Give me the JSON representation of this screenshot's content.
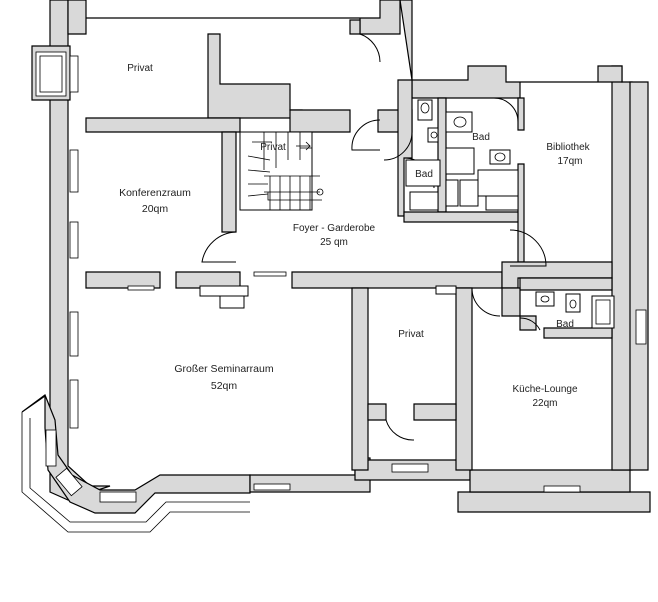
{
  "rooms": {
    "privat_top": {
      "name": "Privat"
    },
    "privat_stair": {
      "name": "Privat"
    },
    "konferenz": {
      "name": "Konferenzraum",
      "area": "20qm"
    },
    "foyer": {
      "name": "Foyer - Garderobe",
      "area": "25 qm"
    },
    "bad_left": {
      "name": "Bad"
    },
    "bad_top": {
      "name": "Bad"
    },
    "bibliothek": {
      "name": "Bibliothek",
      "area": "17qm"
    },
    "seminar": {
      "name": "Großer Seminarraum",
      "area": "52qm"
    },
    "privat_mid": {
      "name": "Privat"
    },
    "bad_right": {
      "name": "Bad"
    },
    "kueche": {
      "name": "Küche-Lounge",
      "area": "22qm"
    }
  },
  "colors": {
    "wall": "#d9d9d9",
    "line": "#000000",
    "background": "#ffffff"
  }
}
